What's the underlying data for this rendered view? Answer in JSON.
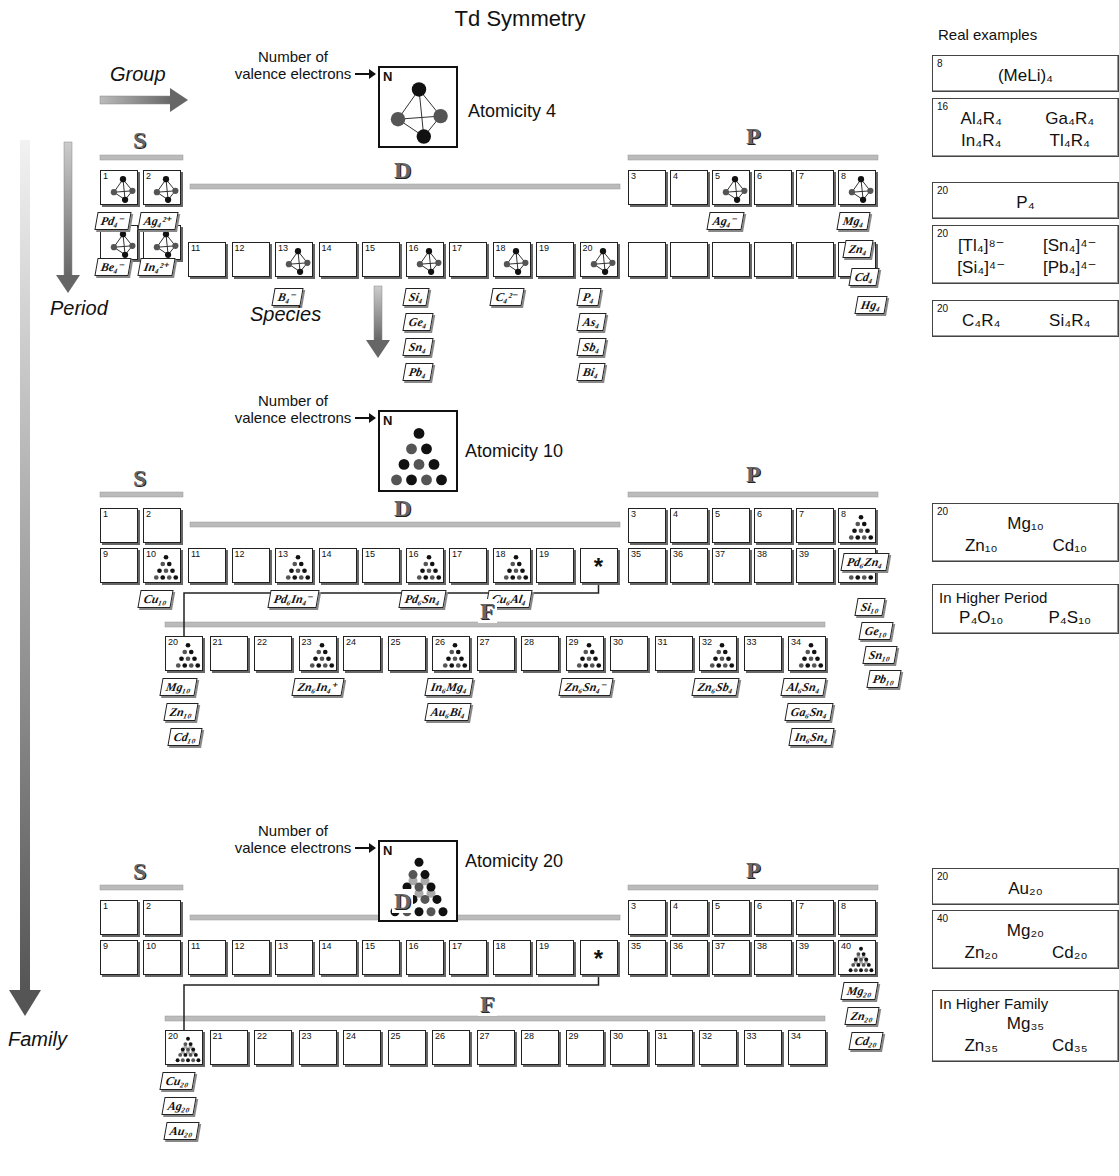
{
  "diagram": {
    "title": "Td Symmetry",
    "nodes": [
      {
        "text": [
          "N"
        ]
      },
      {
        "text": [
          "1"
        ]
      },
      {
        "text": [
          "2"
        ]
      },
      {
        "text": [
          "3"
        ]
      },
      {
        "text": [
          "4"
        ]
      },
      {
        "text": [
          "5"
        ]
      },
      {
        "text": [
          "6"
        ]
      },
      {
        "text": [
          "7"
        ]
      },
      {
        "text": [
          "8"
        ]
      },
      {
        "text": [
          "11"
        ]
      },
      {
        "text": [
          "12"
        ]
      },
      {
        "text": [
          "13"
        ]
      },
      {
        "text": [
          "14"
        ]
      },
      {
        "text": [
          "15"
        ]
      },
      {
        "text": [
          "16"
        ]
      },
      {
        "text": [
          "17"
        ]
      },
      {
        "text": [
          "18"
        ]
      },
      {
        "text": [
          "19"
        ]
      },
      {
        "text": [
          "20"
        ]
      },
      {
        "text": [
          "Pd₄⁻"
        ]
      },
      {
        "text": [
          "Ag₄²⁺"
        ]
      },
      {
        "text": [
          "Be₄⁻"
        ]
      },
      {
        "text": [
          "In₄²⁺"
        ]
      },
      {
        "text": [
          "B₄⁻"
        ]
      },
      {
        "text": [
          "Si₄"
        ]
      },
      {
        "text": [
          "Ge₄"
        ]
      },
      {
        "text": [
          "Sn₄"
        ]
      },
      {
        "text": [
          "Pb₄"
        ]
      },
      {
        "text": [
          "C₄²⁻"
        ]
      },
      {
        "text": [
          "P₄"
        ]
      },
      {
        "text": [
          "As₄"
        ]
      },
      {
        "text": [
          "Sb₄"
        ]
      },
      {
        "text": [
          "Bi₄"
        ]
      },
      {
        "text": [
          "Ag₄⁻"
        ]
      },
      {
        "text": [
          "Mg₄"
        ]
      },
      {
        "text": [
          "Zn₄"
        ]
      },
      {
        "text": [
          "Cd₄"
        ]
      },
      {
        "text": [
          "Hg₄"
        ]
      },
      {
        "text": [
          "8",
          "(MeLi)₄"
        ]
      },
      {
        "text": [
          "16",
          "Al₄R₄",
          "Ga₄R₄",
          "In₄R₄",
          "Tl₄R₄"
        ]
      },
      {
        "text": [
          "20",
          "P₄"
        ]
      },
      {
        "text": [
          "20",
          "[Tl₄]⁸⁻",
          "[Sn₄]⁴⁻",
          "[Si₄]⁴⁻",
          "[Pb₄]⁴⁻"
        ]
      },
      {
        "text": [
          "20",
          "C₄R₄",
          "Si₄R₄"
        ]
      },
      {
        "text": [
          "N"
        ]
      },
      {
        "text": [
          "1"
        ]
      },
      {
        "text": [
          "2"
        ]
      },
      {
        "text": [
          "3"
        ]
      },
      {
        "text": [
          "4"
        ]
      },
      {
        "text": [
          "5"
        ]
      },
      {
        "text": [
          "6"
        ]
      },
      {
        "text": [
          "7"
        ]
      },
      {
        "text": [
          "8"
        ]
      },
      {
        "text": [
          "9"
        ]
      },
      {
        "text": [
          "10"
        ]
      },
      {
        "text": [
          "11"
        ]
      },
      {
        "text": [
          "12"
        ]
      },
      {
        "text": [
          "13"
        ]
      },
      {
        "text": [
          "14"
        ]
      },
      {
        "text": [
          "15"
        ]
      },
      {
        "text": [
          "16"
        ]
      },
      {
        "text": [
          "17"
        ]
      },
      {
        "text": [
          "18"
        ]
      },
      {
        "text": [
          "19"
        ]
      },
      {
        "text": [
          "*"
        ]
      },
      {
        "text": [
          "35"
        ]
      },
      {
        "text": [
          "36"
        ]
      },
      {
        "text": [
          "37"
        ]
      },
      {
        "text": [
          "38"
        ]
      },
      {
        "text": [
          "39"
        ]
      },
      {
        "text": [
          "20"
        ]
      },
      {
        "text": [
          "21"
        ]
      },
      {
        "text": [
          "22"
        ]
      },
      {
        "text": [
          "23"
        ]
      },
      {
        "text": [
          "24"
        ]
      },
      {
        "text": [
          "25"
        ]
      },
      {
        "text": [
          "26"
        ]
      },
      {
        "text": [
          "27"
        ]
      },
      {
        "text": [
          "28"
        ]
      },
      {
        "text": [
          "29"
        ]
      },
      {
        "text": [
          "30"
        ]
      },
      {
        "text": [
          "31"
        ]
      },
      {
        "text": [
          "32"
        ]
      },
      {
        "text": [
          "33"
        ]
      },
      {
        "text": [
          "34"
        ]
      },
      {
        "text": [
          "Cu₁₀"
        ]
      },
      {
        "text": [
          "Pd₆In₄⁻"
        ]
      },
      {
        "text": [
          "Pd₆Sn₄"
        ]
      },
      {
        "text": [
          "Cu₆Al₄"
        ]
      },
      {
        "text": [
          "Pd₆Zn₄"
        ]
      },
      {
        "text": [
          "Si₁₀"
        ]
      },
      {
        "text": [
          "Ge₁₀"
        ]
      },
      {
        "text": [
          "Sn₁₀"
        ]
      },
      {
        "text": [
          "Pb₁₀"
        ]
      },
      {
        "text": [
          "Mg₁₀"
        ]
      },
      {
        "text": [
          "Zn₁₀"
        ]
      },
      {
        "text": [
          "Cd₁₀"
        ]
      },
      {
        "text": [
          "Zn₆In₄⁺"
        ]
      },
      {
        "text": [
          "In₆Mg₄"
        ]
      },
      {
        "text": [
          "Au₆Bi₄"
        ]
      },
      {
        "text": [
          "Zn₆Sn₄⁻"
        ]
      },
      {
        "text": [
          "Zn₆Sb₄"
        ]
      },
      {
        "text": [
          "Al₆Sn₄"
        ]
      },
      {
        "text": [
          "Ga₆Sn₄"
        ]
      },
      {
        "text": [
          "In₆Sn₄"
        ]
      },
      {
        "text": [
          "20",
          "Mg₁₀",
          "Zn₁₀",
          "Cd₁₀"
        ]
      },
      {
        "text": [
          "In Higher Period",
          "P₄O₁₀",
          "P₄S₁₀"
        ]
      },
      {
        "text": [
          "N"
        ]
      },
      {
        "text": [
          "1"
        ]
      },
      {
        "text": [
          "2"
        ]
      },
      {
        "text": [
          "3"
        ]
      },
      {
        "text": [
          "4"
        ]
      },
      {
        "text": [
          "5"
        ]
      },
      {
        "text": [
          "6"
        ]
      },
      {
        "text": [
          "7"
        ]
      },
      {
        "text": [
          "8"
        ]
      },
      {
        "text": [
          "9"
        ]
      },
      {
        "text": [
          "10"
        ]
      },
      {
        "text": [
          "11"
        ]
      },
      {
        "text": [
          "12"
        ]
      },
      {
        "text": [
          "13"
        ]
      },
      {
        "text": [
          "14"
        ]
      },
      {
        "text": [
          "15"
        ]
      },
      {
        "text": [
          "16"
        ]
      },
      {
        "text": [
          "17"
        ]
      },
      {
        "text": [
          "18"
        ]
      },
      {
        "text": [
          "19"
        ]
      },
      {
        "text": [
          "*"
        ]
      },
      {
        "text": [
          "35"
        ]
      },
      {
        "text": [
          "36"
        ]
      },
      {
        "text": [
          "37"
        ]
      },
      {
        "text": [
          "38"
        ]
      },
      {
        "text": [
          "39"
        ]
      },
      {
        "text": [
          "40"
        ]
      },
      {
        "text": [
          "20"
        ]
      },
      {
        "text": [
          "21"
        ]
      },
      {
        "text": [
          "22"
        ]
      },
      {
        "text": [
          "23"
        ]
      },
      {
        "text": [
          "24"
        ]
      },
      {
        "text": [
          "25"
        ]
      },
      {
        "text": [
          "26"
        ]
      },
      {
        "text": [
          "27"
        ]
      },
      {
        "text": [
          "28"
        ]
      },
      {
        "text": [
          "29"
        ]
      },
      {
        "text": [
          "30"
        ]
      },
      {
        "text": [
          "31"
        ]
      },
      {
        "text": [
          "32"
        ]
      },
      {
        "text": [
          "33"
        ]
      },
      {
        "text": [
          "34"
        ]
      },
      {
        "text": [
          "Mg₂₀"
        ]
      },
      {
        "text": [
          "Zn₂₀"
        ]
      },
      {
        "text": [
          "Cd₂₀"
        ]
      },
      {
        "text": [
          "Cu₂₀"
        ]
      },
      {
        "text": [
          "Ag₂₀"
        ]
      },
      {
        "text": [
          "Au₂₀"
        ]
      },
      {
        "text": [
          "20",
          "Au₂₀"
        ]
      },
      {
        "text": [
          "40",
          "Mg₂₀",
          "Zn₂₀",
          "Cd₂₀"
        ]
      },
      {
        "text": [
          "In Higher Family",
          "Mg₃₅",
          "Zn₃₅",
          "Cd₃₅"
        ]
      }
    ],
    "edges": [
      {
        "from": 63,
        "to": 69,
        "arrow": "none"
      },
      {
        "from": 126,
        "to": 133,
        "arrow": "none"
      }
    ],
    "labels": [
      "Group",
      "Number of valence electrons",
      "Atomicity 4",
      "Real examples",
      "S",
      "D",
      "P",
      "Period",
      "Species",
      "Number of valence electrons",
      "Atomicity 10",
      "S",
      "D",
      "P",
      "F",
      "Number of valence electrons",
      "Atomicity 20",
      "S",
      "D",
      "P",
      "F",
      "Family"
    ]
  }
}
